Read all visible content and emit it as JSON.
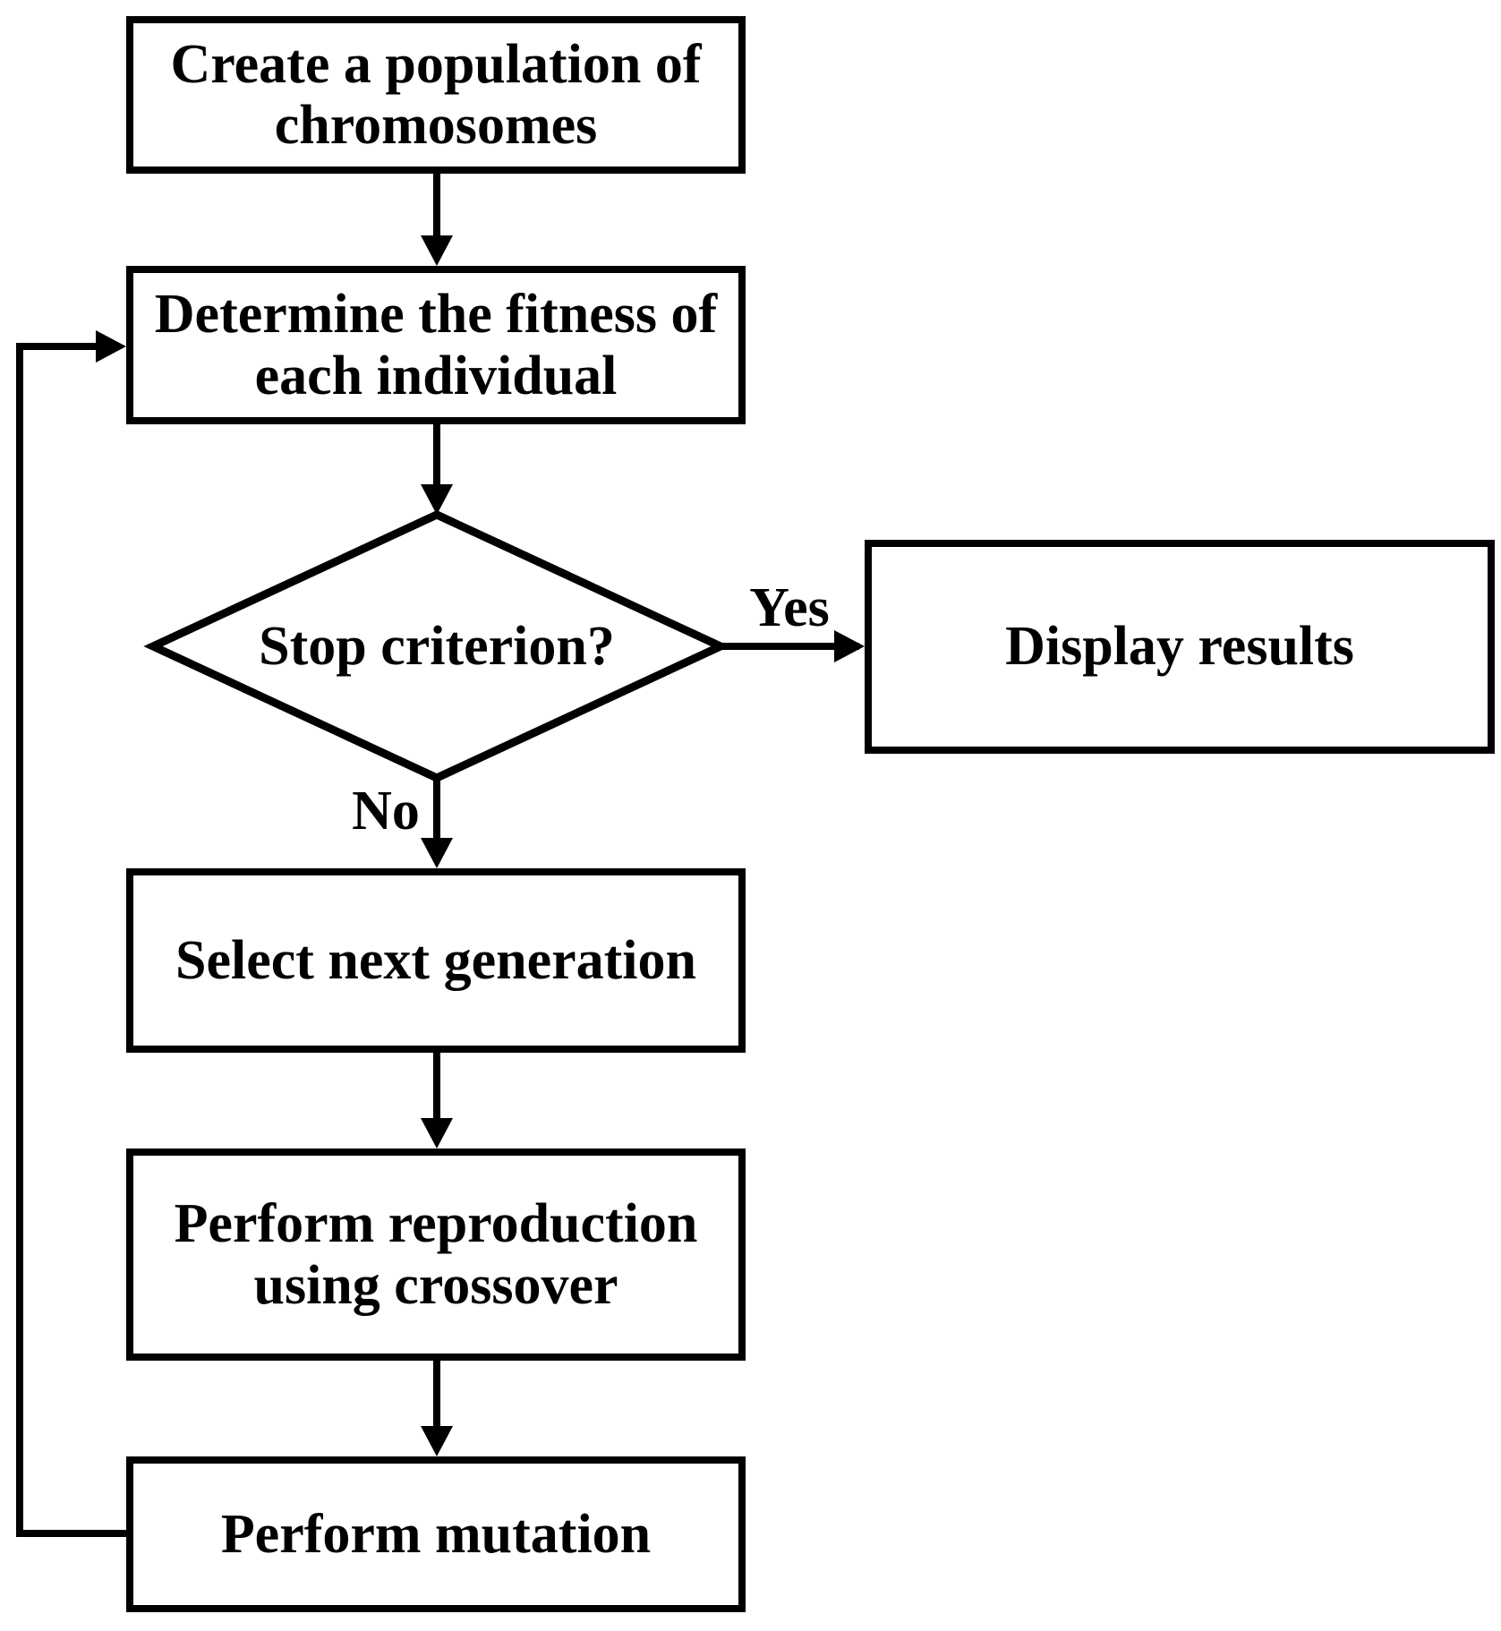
{
  "flowchart": {
    "colors": {
      "stroke": "#000000",
      "shape_fill": "#ffffff",
      "text": "#000000",
      "background": "#ffffff"
    },
    "nodes": {
      "create_population": {
        "shape": "rect",
        "lines": [
          "Create a population of",
          "chromosomes"
        ]
      },
      "determine_fitness": {
        "shape": "rect",
        "lines": [
          "Determine the fitness of",
          "each individual"
        ]
      },
      "stop_criterion": {
        "shape": "diamond",
        "label": "Stop criterion?"
      },
      "display_results": {
        "shape": "rect",
        "label": "Display results"
      },
      "select_next_generation": {
        "shape": "rect",
        "label": "Select next generation"
      },
      "perform_reproduction": {
        "shape": "rect",
        "lines": [
          "Perform reproduction",
          "using crossover"
        ]
      },
      "perform_mutation": {
        "shape": "rect",
        "label": "Perform mutation"
      }
    },
    "edge_labels": {
      "yes": "Yes",
      "no": "No"
    }
  }
}
